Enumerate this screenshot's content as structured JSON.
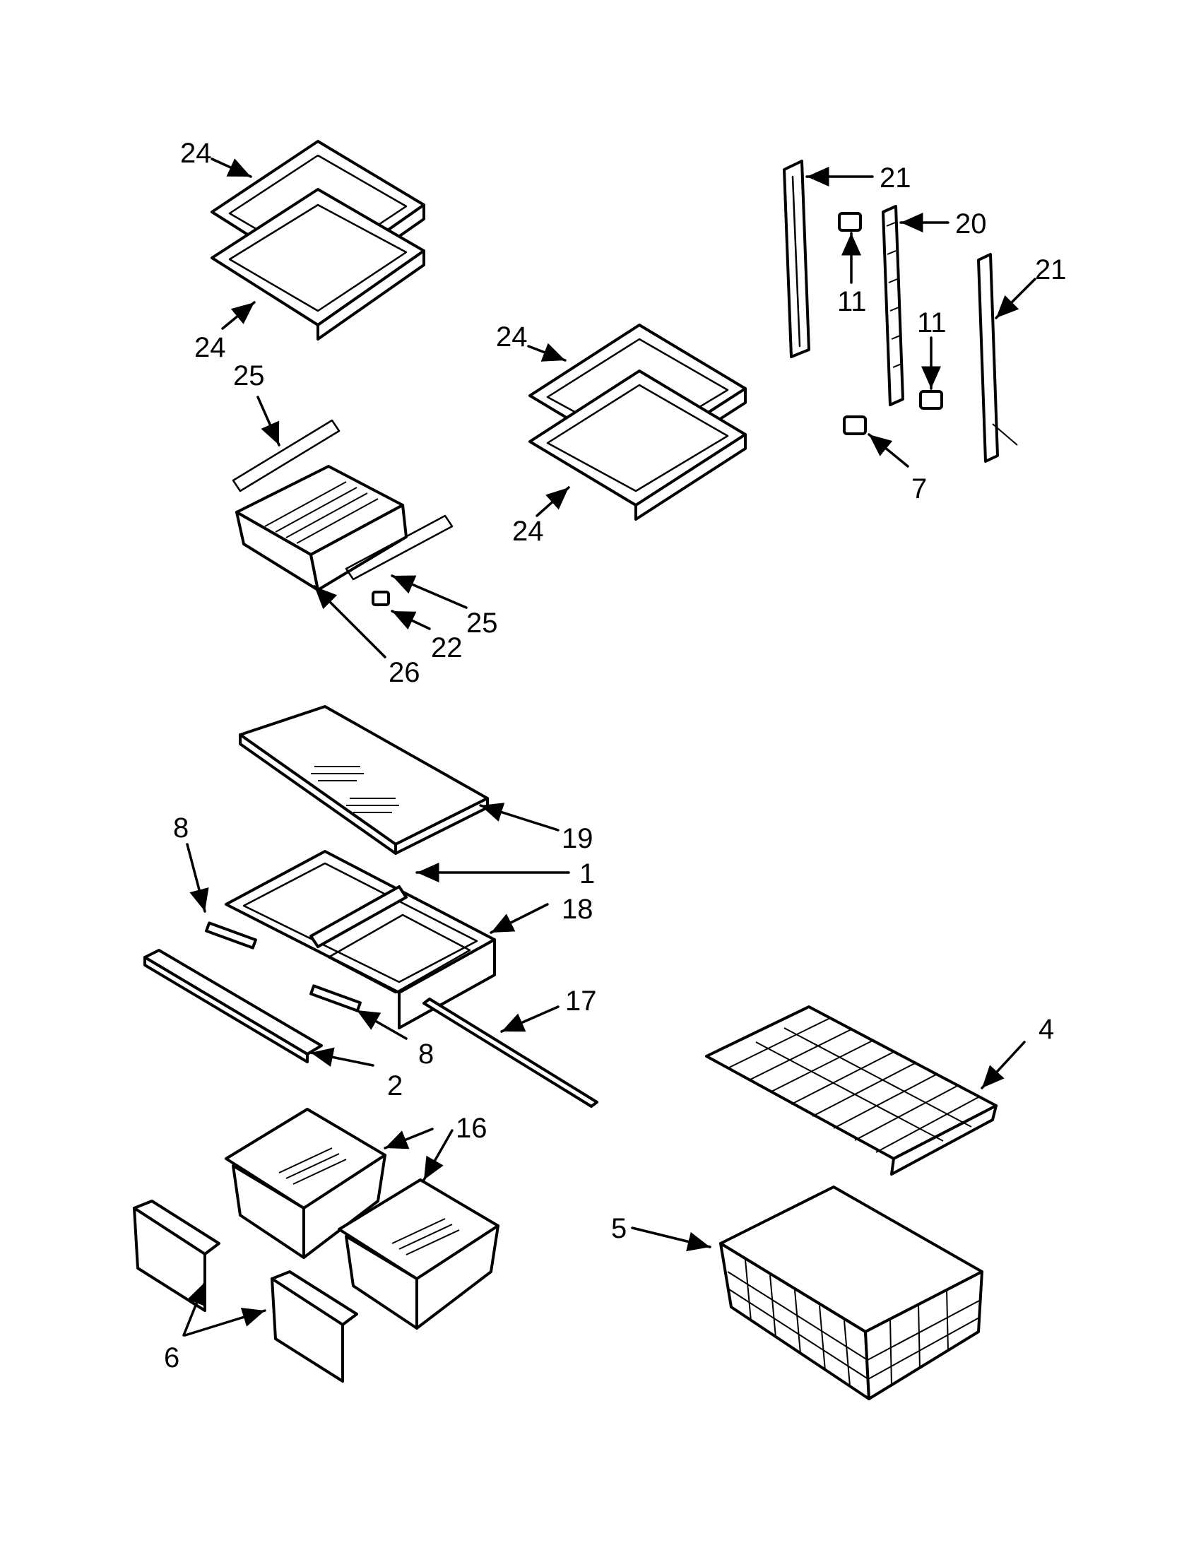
{
  "diagram": {
    "callouts": [
      {
        "id": "c24a",
        "text": "24"
      },
      {
        "id": "c24b",
        "text": "24"
      },
      {
        "id": "c25a",
        "text": "25"
      },
      {
        "id": "c24c",
        "text": "24"
      },
      {
        "id": "c24d",
        "text": "24"
      },
      {
        "id": "c21a",
        "text": "21"
      },
      {
        "id": "c20",
        "text": "20"
      },
      {
        "id": "c21b",
        "text": "21"
      },
      {
        "id": "c11a",
        "text": "11"
      },
      {
        "id": "c11b",
        "text": "11"
      },
      {
        "id": "c7",
        "text": "7"
      },
      {
        "id": "c25b",
        "text": "25"
      },
      {
        "id": "c22",
        "text": "22"
      },
      {
        "id": "c26",
        "text": "26"
      },
      {
        "id": "c19",
        "text": "19"
      },
      {
        "id": "c1",
        "text": "1"
      },
      {
        "id": "c18",
        "text": "18"
      },
      {
        "id": "c8a",
        "text": "8"
      },
      {
        "id": "c8b",
        "text": "8"
      },
      {
        "id": "c17",
        "text": "17"
      },
      {
        "id": "c2",
        "text": "2"
      },
      {
        "id": "c16",
        "text": "16"
      },
      {
        "id": "c4",
        "text": "4"
      },
      {
        "id": "c5",
        "text": "5"
      },
      {
        "id": "c6",
        "text": "6"
      }
    ]
  }
}
